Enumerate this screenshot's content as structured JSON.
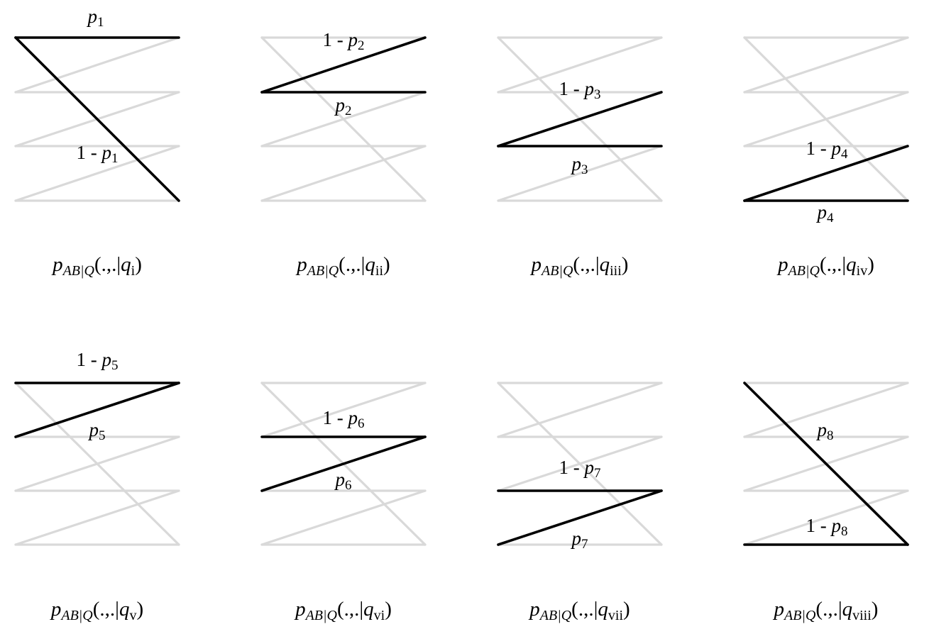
{
  "colors": {
    "background": "#ffffff",
    "active_edge": "#000000",
    "faded_edge": "#d9d9d9"
  },
  "panels": [
    {
      "caption_sub": "i",
      "labels": [
        {
          "prefix": "",
          "sub": "1"
        },
        {
          "prefix": "1 - ",
          "sub": "1"
        }
      ],
      "edges": [
        [
          0,
          0,
          1,
          0
        ],
        [
          0,
          0,
          1,
          3
        ]
      ]
    },
    {
      "caption_sub": "ii",
      "labels": [
        {
          "prefix": "1 - ",
          "sub": "2"
        },
        {
          "prefix": "",
          "sub": "2"
        }
      ],
      "edges": [
        [
          0,
          1,
          1,
          0
        ],
        [
          0,
          1,
          1,
          1
        ]
      ]
    },
    {
      "caption_sub": "iii",
      "labels": [
        {
          "prefix": "1 - ",
          "sub": "3"
        },
        {
          "prefix": "",
          "sub": "3"
        }
      ],
      "edges": [
        [
          0,
          2,
          1,
          1
        ],
        [
          0,
          2,
          1,
          2
        ]
      ]
    },
    {
      "caption_sub": "iv",
      "labels": [
        {
          "prefix": "1 - ",
          "sub": "4"
        },
        {
          "prefix": "",
          "sub": "4"
        }
      ],
      "edges": [
        [
          0,
          3,
          1,
          2
        ],
        [
          0,
          3,
          1,
          3
        ]
      ]
    },
    {
      "caption_sub": "v",
      "labels": [
        {
          "prefix": "1 - ",
          "sub": "5"
        },
        {
          "prefix": "",
          "sub": "5"
        }
      ],
      "edges": [
        [
          0,
          0,
          1,
          0
        ],
        [
          0,
          1,
          1,
          0
        ]
      ]
    },
    {
      "caption_sub": "vi",
      "labels": [
        {
          "prefix": "1 - ",
          "sub": "6"
        },
        {
          "prefix": "",
          "sub": "6"
        }
      ],
      "edges": [
        [
          0,
          1,
          1,
          1
        ],
        [
          0,
          2,
          1,
          1
        ]
      ]
    },
    {
      "caption_sub": "vii",
      "labels": [
        {
          "prefix": "1 - ",
          "sub": "7"
        },
        {
          "prefix": "",
          "sub": "7"
        }
      ],
      "edges": [
        [
          0,
          2,
          1,
          2
        ],
        [
          0,
          3,
          1,
          2
        ]
      ]
    },
    {
      "caption_sub": "viii",
      "labels": [
        {
          "prefix": "",
          "sub": "8"
        },
        {
          "prefix": "1 - ",
          "sub": "8"
        }
      ],
      "edges": [
        [
          0,
          0,
          1,
          3
        ],
        [
          0,
          3,
          1,
          3
        ]
      ]
    }
  ]
}
